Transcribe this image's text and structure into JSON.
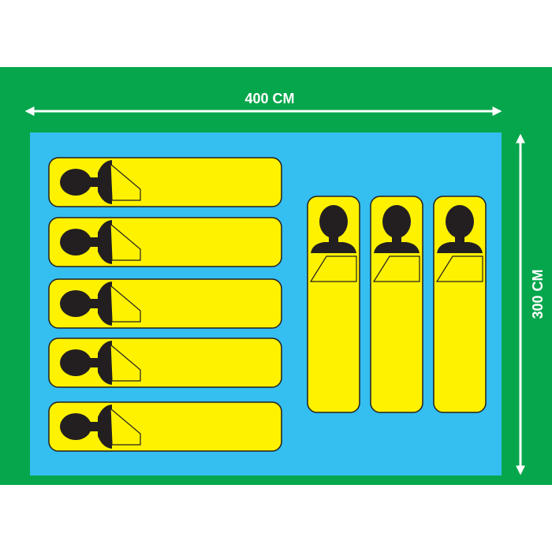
{
  "labels": {
    "width": "400 CM",
    "height": "300 CM"
  },
  "colors": {
    "background": "#ffffff",
    "ground": "#06a64c",
    "floor": "#35bef0",
    "bag": "#fff200",
    "outline": "#231f20",
    "head": "#231f20",
    "dimension": "#ffffff"
  },
  "icons": {
    "dimension-arrow": "double-headed-arrow",
    "person": "person-silhouette-icon"
  },
  "layout": {
    "horizontal_bags": 5,
    "vertical_bags": 3
  }
}
